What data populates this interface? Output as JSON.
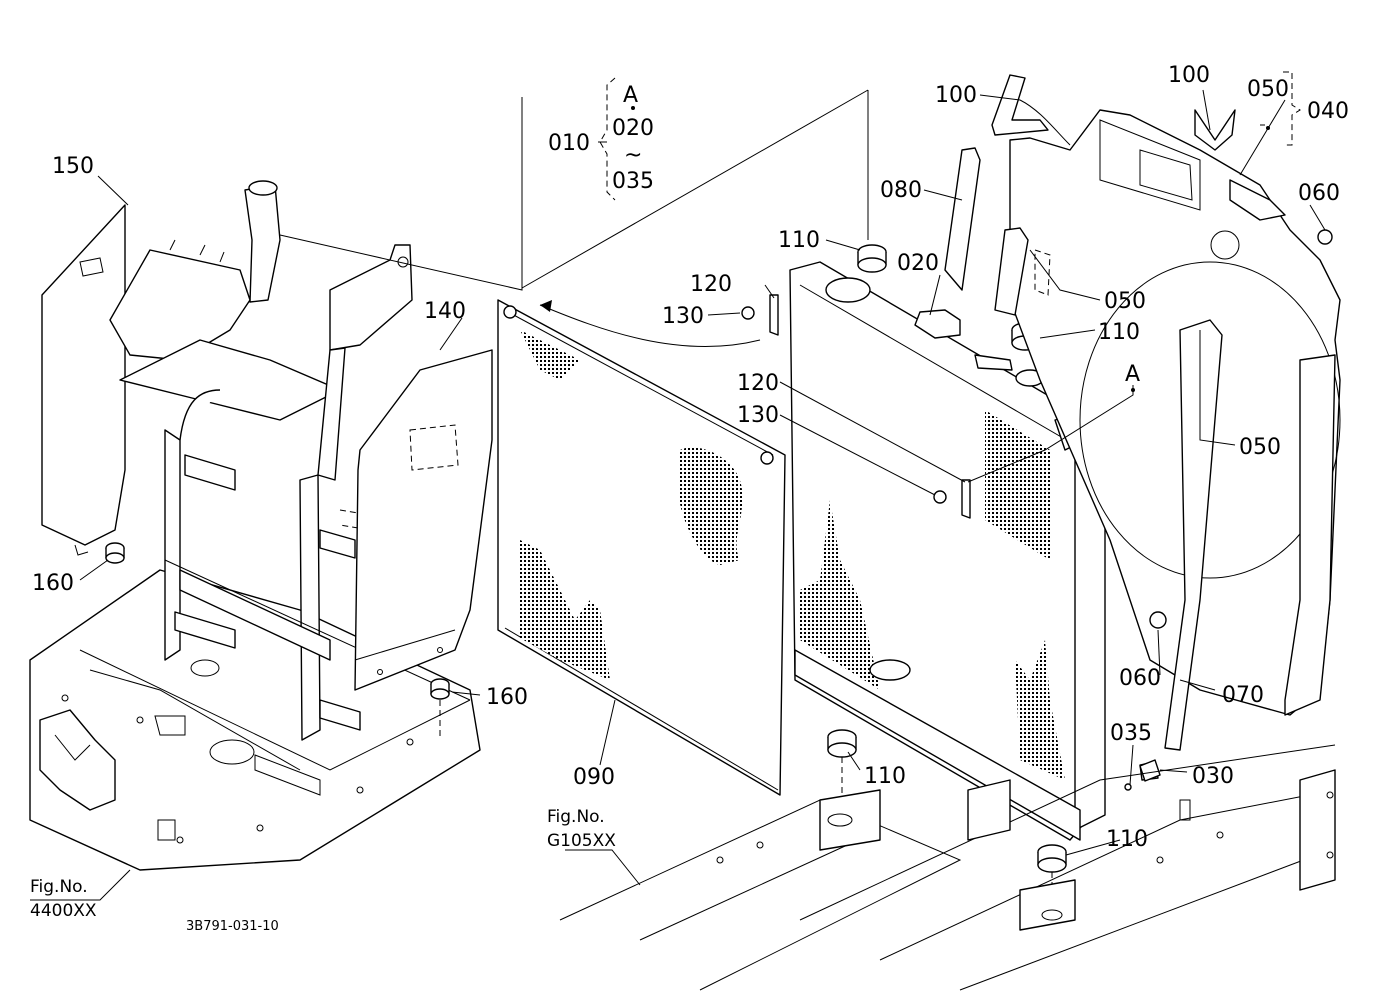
{
  "callouts": {
    "c010": "010",
    "c040": "040",
    "c050_top": "050",
    "c100_left": "100",
    "c100_right": "100",
    "c150": "150",
    "c140": "140",
    "c160_left": "160",
    "c160_right": "160",
    "c080": "080",
    "c110_top": "110",
    "c020": "020",
    "c050_mid": "050",
    "c110_mid": "110",
    "c060_top": "060",
    "c120_top": "120",
    "c130_top": "130",
    "cA_rad": "A",
    "c120_mid": "120",
    "c130_mid": "130",
    "c050_right": "050",
    "c060_bottom": "060",
    "c070": "070",
    "c035": "035",
    "c030": "030",
    "c110_bottom1": "110",
    "c110_bottom2": "110",
    "c090": "090"
  },
  "bracket": {
    "top": "A",
    "from": "020",
    "tilde": "~",
    "to": "035"
  },
  "figrefs": {
    "left_title": "Fig.No.",
    "left_number": "4400XX",
    "mid_title": "Fig.No.",
    "mid_number": "G105XX"
  },
  "drawing_id": "3B791-031-10"
}
